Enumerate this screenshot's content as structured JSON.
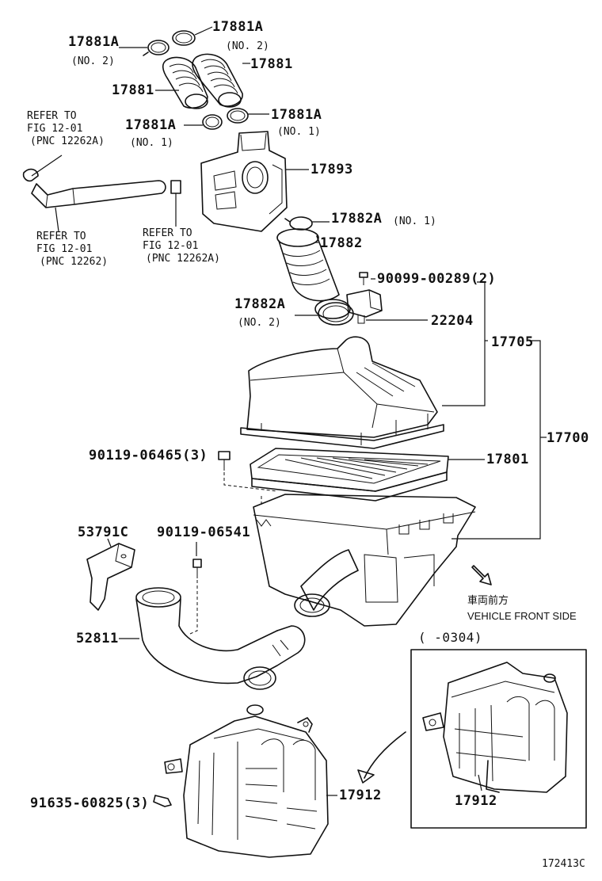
{
  "labels": {
    "p17881a_top_right": "17881A",
    "p17881a_top_right_no": "(NO. 2)",
    "p17881a_top_left": "17881A",
    "p17881a_top_left_no": "(NO. 2)",
    "p17881_right": "17881",
    "p17881_left": "17881",
    "p17881a_mid_right": "17881A",
    "p17881a_mid_right_no": "(NO. 1)",
    "p17881a_mid_left": "17881A",
    "p17881a_mid_left_no": "(NO. 1)",
    "refer_a_1": "REFER TO",
    "refer_a_2": "FIG 12-01",
    "refer_a_3": "(PNC 12262A)",
    "refer_b_1": "REFER TO",
    "refer_b_2": "FIG 12-01",
    "refer_b_3": "(PNC 12262)",
    "refer_c_1": "REFER TO",
    "refer_c_2": "FIG 12-01",
    "refer_c_3": "(PNC 12262A)",
    "p17893": "17893",
    "p17882a_no1": "17882A",
    "p17882a_no1_tag": "(NO. 1)",
    "p17882": "17882",
    "p90099": "90099-00289(2)",
    "p17882a_no2": "17882A",
    "p17882a_no2_tag": "(NO. 2)",
    "p22204": "22204",
    "p17705": "17705",
    "p17700": "17700",
    "p90119_06465": "90119-06465(3)",
    "p17801": "17801",
    "p53791c": "53791C",
    "p90119_06541": "90119-06541",
    "p52811": "52811",
    "front_jp": "車両前方",
    "front_en": "VEHICLE FRONT SIDE",
    "range": "(    -0304)",
    "p17912_main": "17912",
    "p17912_inset": "17912",
    "p91635": "91635-60825(3)",
    "figure_code": "172413C"
  }
}
